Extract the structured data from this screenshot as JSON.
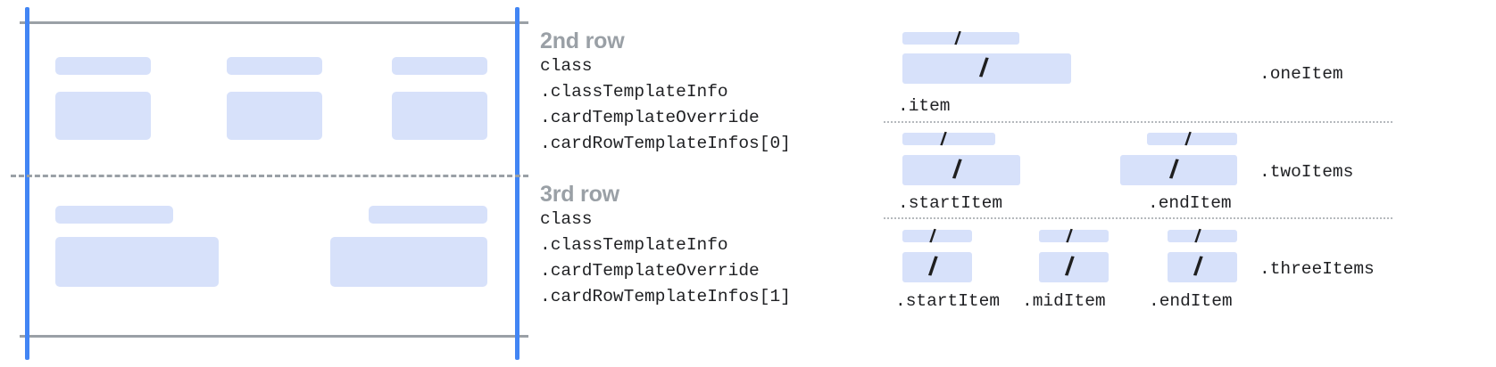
{
  "colors": {
    "placeholder_fill": "#d7e1fa",
    "guide_blue": "#4285f4",
    "guide_gray": "#9aa0a6",
    "text_dark": "#202124",
    "heading_gray": "#9aa0a6",
    "dotted_gray": "#b5b9bd"
  },
  "card_preview": {
    "name": "card-template-preview",
    "rows": [
      {
        "id": "second-row",
        "columns": [
          {
            "label_bar": true,
            "content_box": true
          },
          {
            "label_bar": true,
            "content_box": true
          },
          {
            "label_bar": true,
            "content_box": true
          }
        ]
      },
      {
        "id": "third-row",
        "columns": [
          {
            "label_bar": true,
            "content_box": true
          },
          {
            "label_bar": true,
            "content_box": true
          }
        ]
      }
    ]
  },
  "annotations": [
    {
      "title": "2nd row",
      "code_lines": [
        "class",
        ".classTemplateInfo",
        ".cardTemplateOverride",
        ".cardRowTemplateInfos[0]"
      ]
    },
    {
      "title": "3rd row",
      "code_lines": [
        "class",
        ".classTemplateInfo",
        ".cardTemplateOverride",
        ".cardRowTemplateInfos[1]"
      ]
    }
  ],
  "variants": [
    {
      "group_label": ".oneItem",
      "items": [
        {
          "label": ".item",
          "glyph": "/"
        }
      ]
    },
    {
      "group_label": ".twoItems",
      "items": [
        {
          "label": ".startItem",
          "glyph": "/"
        },
        {
          "label": ".endItem",
          "glyph": "/"
        }
      ]
    },
    {
      "group_label": ".threeItems",
      "items": [
        {
          "label": ".startItem",
          "glyph": "/"
        },
        {
          "label": ".midItem",
          "glyph": "/"
        },
        {
          "label": ".endItem",
          "glyph": "/"
        }
      ]
    }
  ]
}
